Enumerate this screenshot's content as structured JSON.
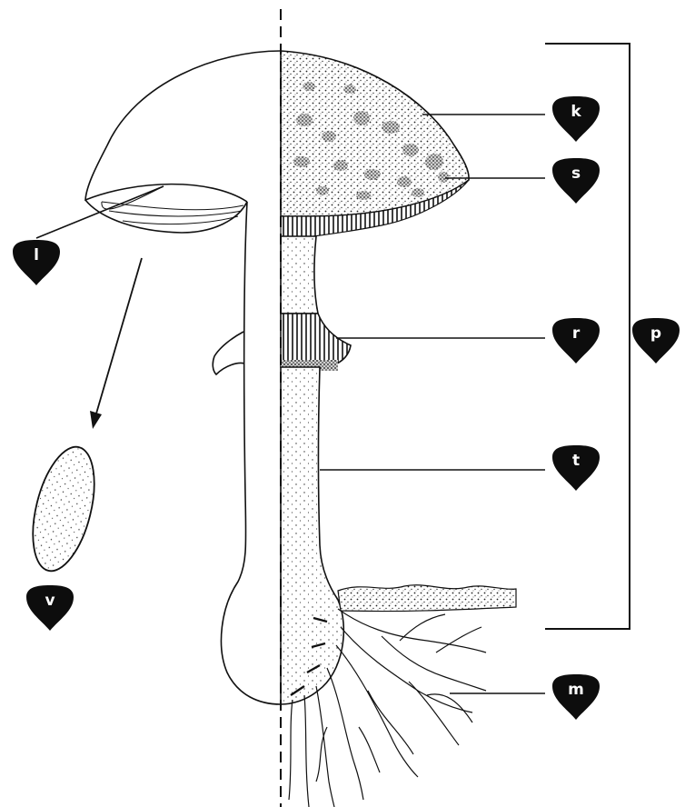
{
  "diagram": {
    "labels": {
      "k": "k",
      "s": "s",
      "l": "l",
      "r": "r",
      "p": "p",
      "t": "t",
      "v": "v",
      "m": "m"
    },
    "colors": {
      "ink": "#111111",
      "paper": "#ffffff",
      "badge": "#0d0d0d"
    }
  }
}
